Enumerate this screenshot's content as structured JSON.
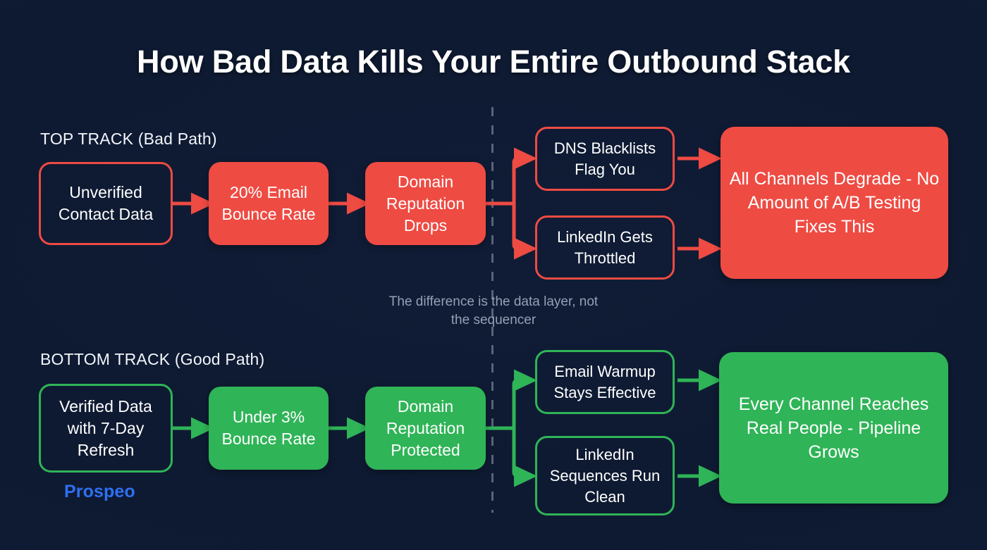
{
  "title": "How Bad Data Kills Your Entire Outbound Stack",
  "colors": {
    "background": "#101c36",
    "bad": "#ee4b43",
    "good": "#2fb457",
    "divider": "#59637a",
    "caption": "#94a0b5",
    "brand": "#2f6ff1",
    "text": "#ffffff"
  },
  "divider": {
    "style": "dashed-vertical"
  },
  "mid_caption": "The difference is the data layer, not the sequencer",
  "brand": "Prospeo",
  "tracks": [
    {
      "id": "top",
      "label": "TOP TRACK (Bad Path)",
      "tone": "bad",
      "start": "Unverified Contact Data",
      "steps": [
        "20% Email Bounce Rate",
        "Domain Reputation Drops"
      ],
      "branches": [
        "DNS Blacklists Flag You",
        "LinkedIn Gets Throttled"
      ],
      "outcome": "All Channels Degrade - No Amount of A/B Testing Fixes This"
    },
    {
      "id": "bottom",
      "label": "BOTTOM TRACK (Good Path)",
      "tone": "good",
      "start": "Verified Data with 7-Day Refresh",
      "steps": [
        "Under 3% Bounce Rate",
        "Domain Reputation Protected"
      ],
      "branches": [
        "Email Warmup Stays Effective",
        "LinkedIn Sequences Run Clean"
      ],
      "outcome": "Every Channel Reaches Real People - Pipeline Grows"
    }
  ]
}
